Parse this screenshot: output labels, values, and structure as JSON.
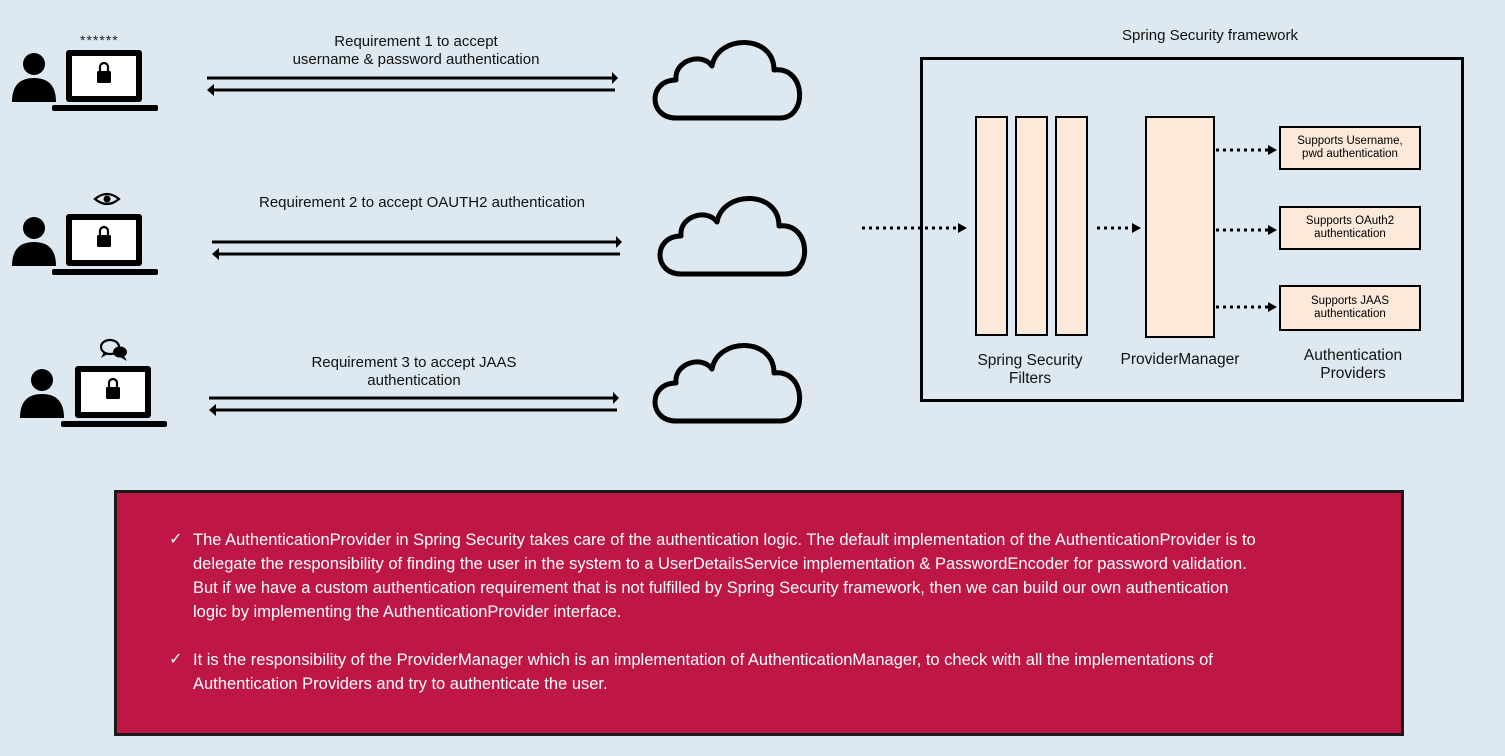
{
  "requirements": [
    {
      "label": "Requirement 1 to accept\nusername & password authentication",
      "badge": "******"
    },
    {
      "label": "Requirement 2 to accept OAUTH2 authentication",
      "badge_icon": "eye-icon"
    },
    {
      "label": "Requirement 3 to accept JAAS\nauthentication",
      "badge_icon": "chat-bubbles-icon"
    }
  ],
  "framework": {
    "title": "Spring Security framework",
    "filters_label": "Spring Security\nFilters",
    "provider_manager_label": "ProviderManager",
    "providers_label": "Authentication\nProviders",
    "providers": [
      {
        "label": "Supports Username,\npwd authentication"
      },
      {
        "label": "Supports OAuth2\nauthentication"
      },
      {
        "label": "Supports JAAS\nauthentication"
      }
    ]
  },
  "info": {
    "bullets": [
      "The AuthenticationProvider in Spring Security takes care of the authentication logic. The default implementation of the AuthenticationProvider is to\ndelegate the responsibility of finding the user in the system to a UserDetailsService implementation & PasswordEncoder for password validation.\nBut if we have a custom authentication requirement that is not fulfilled by Spring Security framework, then we can build our own authentication\nlogic by implementing the AuthenticationProvider interface.",
      "It is the responsibility of the ProviderManager which is an implementation of AuthenticationManager, to check with all the implementations of\nAuthentication Providers and try to authenticate the user."
    ],
    "check_glyph": "✓"
  },
  "colors": {
    "background": "#dde8f0",
    "panel": "#be1745",
    "component_fill": "#fde9d9"
  }
}
